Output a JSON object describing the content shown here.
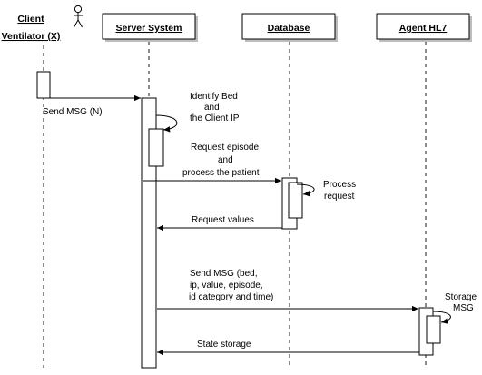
{
  "participants": {
    "client": {
      "line1": "Client",
      "line2": "Ventilator (X)"
    },
    "server": {
      "label": "Server System"
    },
    "database": {
      "label": "Database"
    },
    "agent": {
      "label": "Agent HL7"
    }
  },
  "messages": {
    "send_msg_n": "Send MSG (N)",
    "identify_bed": [
      "Identify Bed",
      "and",
      "the Client IP"
    ],
    "request_episode": [
      "Request episode",
      "and",
      "process  the patient"
    ],
    "process_request": [
      "Process",
      "request"
    ],
    "request_values": "Request values",
    "send_msg_full": [
      "Send MSG (bed,",
      "ip, value, episode,",
      "id category and time)"
    ],
    "storage_msg": [
      "Storage",
      "MSG"
    ],
    "state_storage": "State storage"
  },
  "icons": {
    "actor": "stick-figure-icon"
  }
}
